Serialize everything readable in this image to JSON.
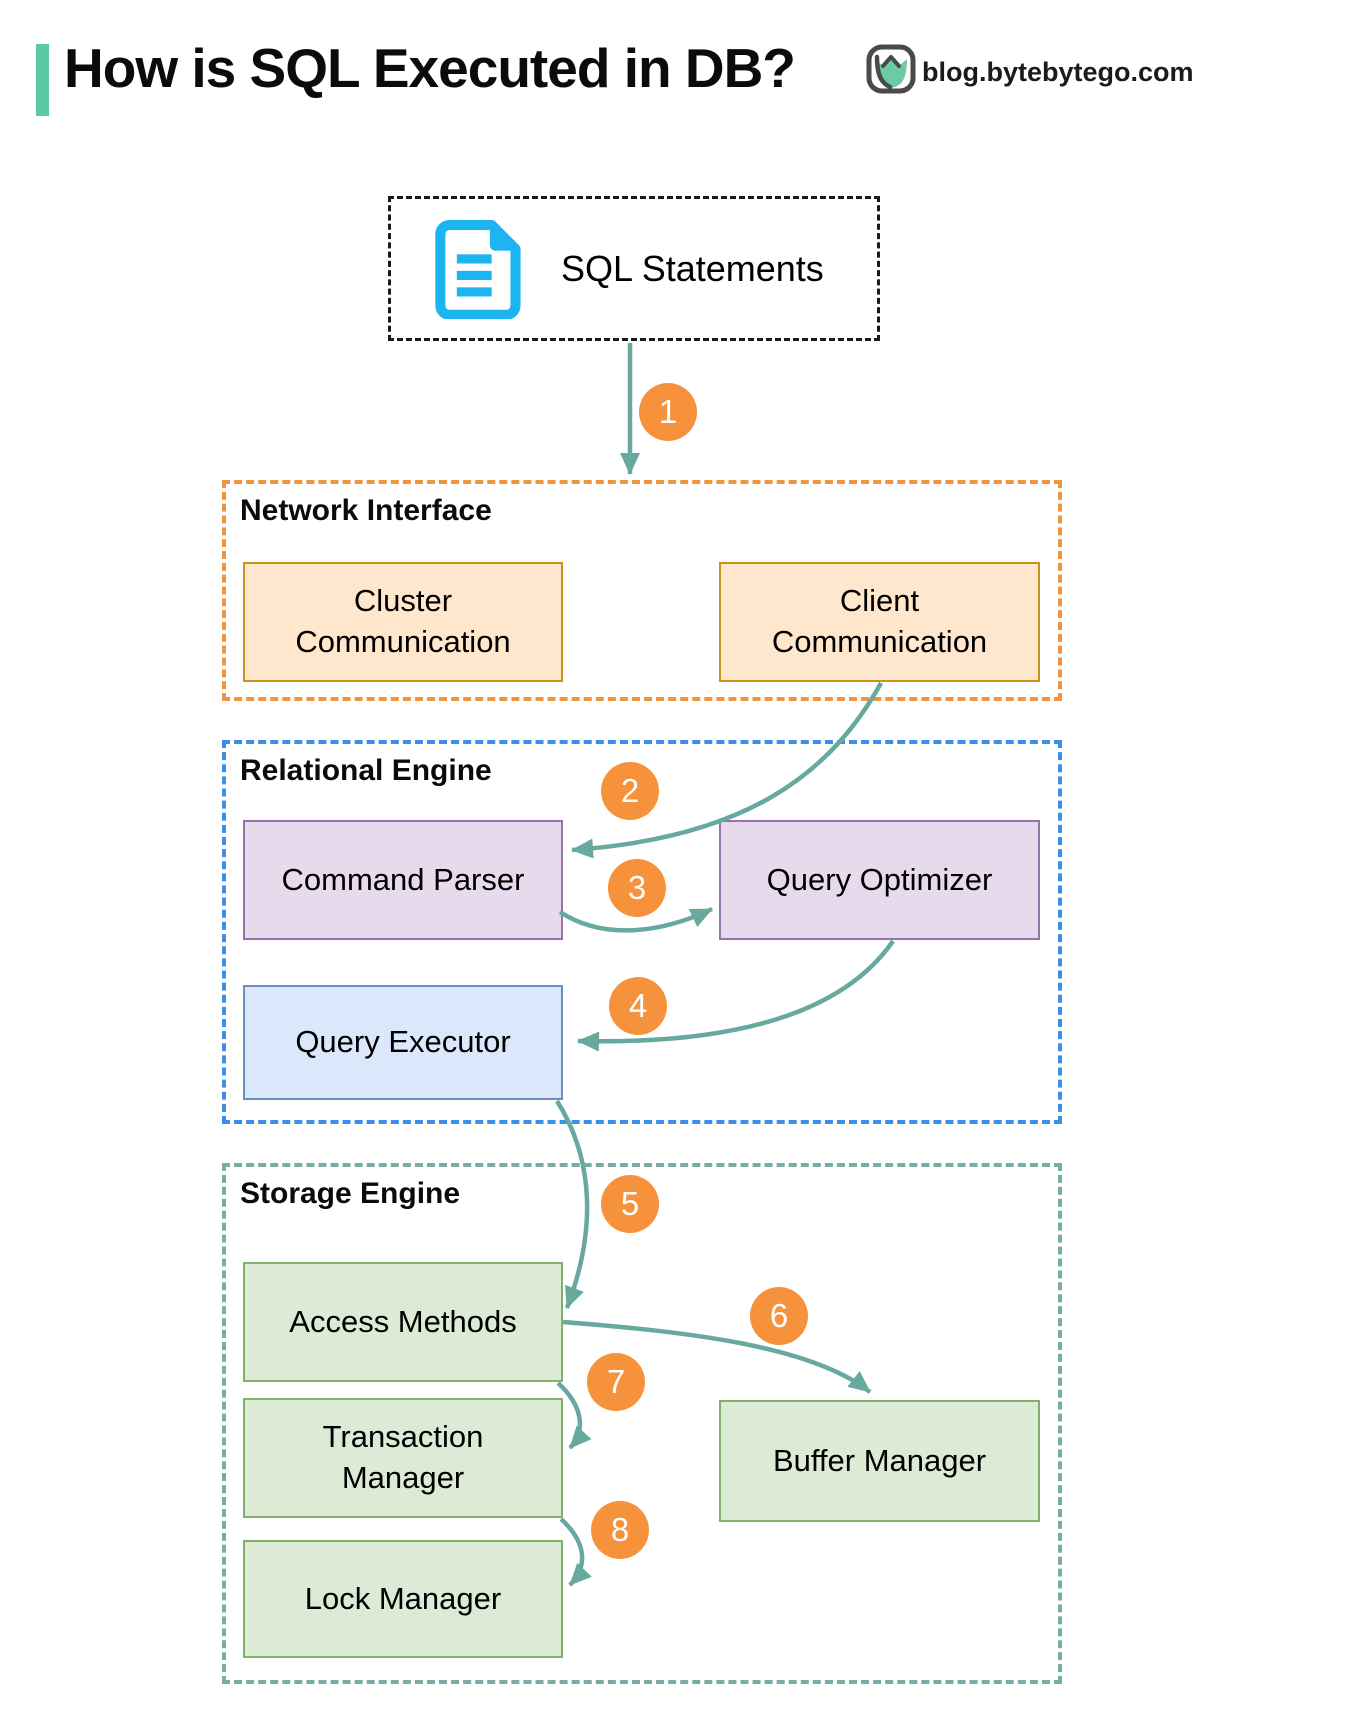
{
  "header": {
    "title": "How is SQL Executed in DB?",
    "site": "blog.bytebytego.com"
  },
  "sql_box": {
    "label": "SQL Statements"
  },
  "sections": {
    "network": {
      "label": "Network Interface",
      "boxes": {
        "cluster": {
          "label": "Cluster Communication"
        },
        "client": {
          "label": "Client Communication"
        }
      }
    },
    "relational": {
      "label": "Relational Engine",
      "boxes": {
        "command_parser": {
          "label": "Command Parser"
        },
        "query_optimizer": {
          "label": "Query Optimizer"
        },
        "query_executor": {
          "label": "Query Executor"
        }
      }
    },
    "storage": {
      "label": "Storage Engine",
      "boxes": {
        "access_methods": {
          "label": "Access Methods"
        },
        "transaction_manager": {
          "label": "Transaction Manager"
        },
        "lock_manager": {
          "label": "Lock Manager"
        },
        "buffer_manager": {
          "label": "Buffer Manager"
        }
      }
    }
  },
  "steps": [
    "1",
    "2",
    "3",
    "4",
    "5",
    "6",
    "7",
    "8"
  ],
  "flow": [
    "SQL Statements -> Network Interface",
    "Client Communication -> Command Parser",
    "Command Parser -> Query Optimizer",
    "Query Optimizer -> Query Executor",
    "Query Executor -> Access Methods",
    "Access Methods -> Buffer Manager",
    "Access Methods -> Transaction Manager",
    "Transaction Manager -> Lock Manager"
  ],
  "colors": {
    "accent_bar": "#5bc9a2",
    "arrow": "#67a89f",
    "step_badge": "#f6913c",
    "network_border": "#f0953f",
    "relational_border": "#3b8fe8",
    "storage_border": "#78aca6",
    "orange_node_fill": "#ffe7cd",
    "orange_node_border": "#c9941c",
    "purple_node_fill": "#e6daec",
    "purple_node_border": "#9673a6",
    "blue_node_fill": "#dbe8fb",
    "blue_node_border": "#6c8ebf",
    "green_node_fill": "#dcebd5",
    "green_node_border": "#84ae6b",
    "doc_icon": "#1cb5f2"
  }
}
